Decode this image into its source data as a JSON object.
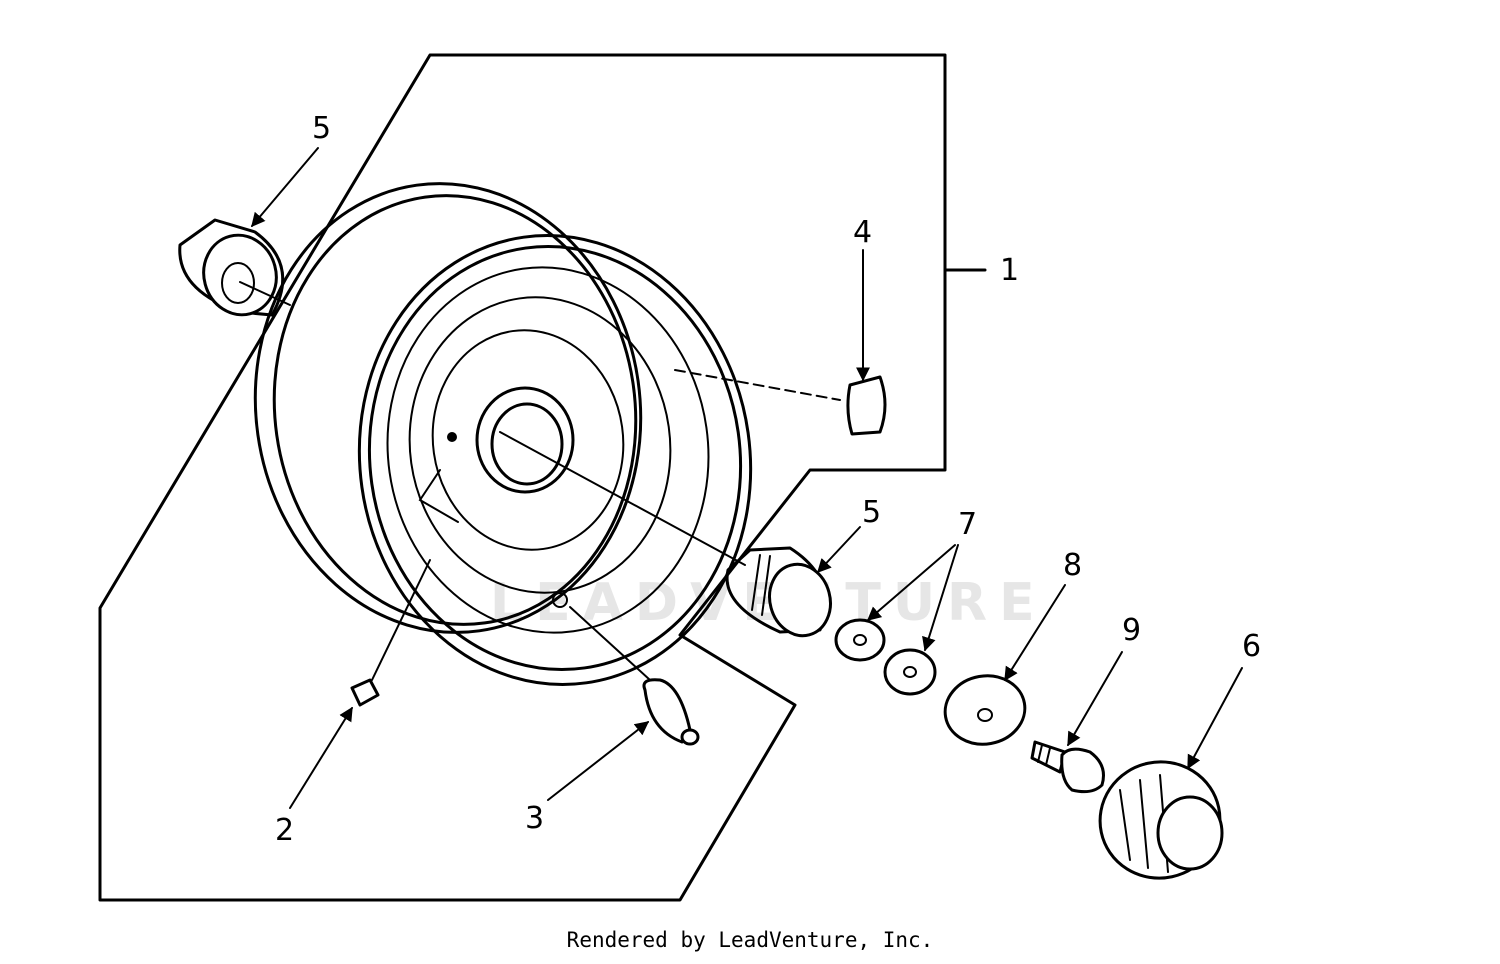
{
  "watermark": "LEADVENTURE",
  "credit": "Rendered by LeadVenture, Inc.",
  "callouts": {
    "c1": "1",
    "c2": "2",
    "c3": "3",
    "c4": "4",
    "c5a": "5",
    "c5b": "5",
    "c6": "6",
    "c7": "7",
    "c8": "8",
    "c9": "9"
  }
}
